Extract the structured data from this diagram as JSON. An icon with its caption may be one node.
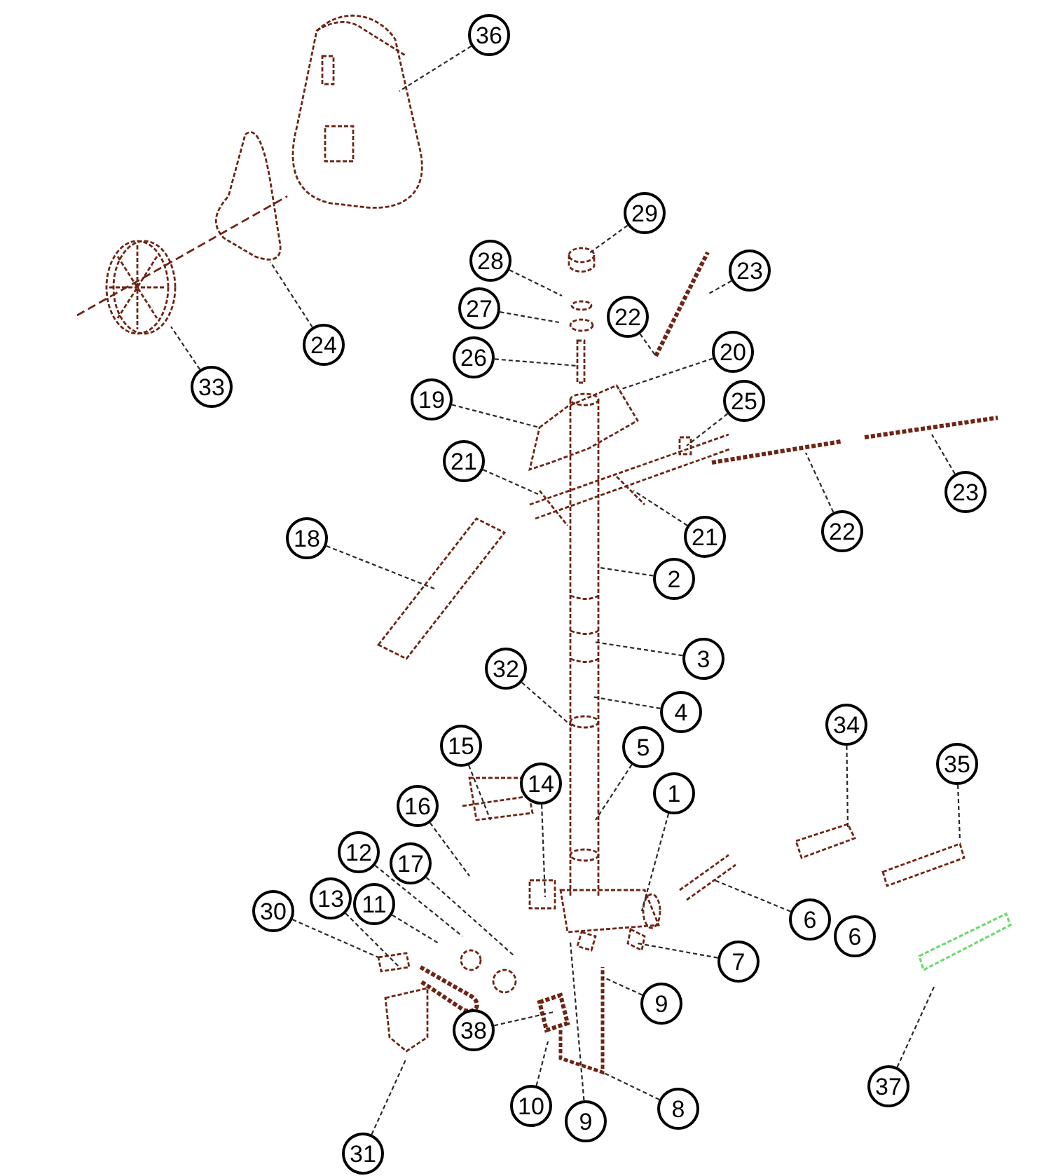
{
  "diagram": {
    "nodes": [
      {
        "text": [
          "36"
        ]
      },
      {
        "text": [
          "29"
        ]
      },
      {
        "text": [
          "28"
        ]
      },
      {
        "text": [
          "23"
        ]
      },
      {
        "text": [
          "27"
        ]
      },
      {
        "text": [
          "22"
        ]
      },
      {
        "text": [
          "24"
        ]
      },
      {
        "text": [
          "20"
        ]
      },
      {
        "text": [
          "26"
        ]
      },
      {
        "text": [
          "33"
        ]
      },
      {
        "text": [
          "19"
        ]
      },
      {
        "text": [
          "25"
        ]
      },
      {
        "text": [
          "21"
        ]
      },
      {
        "text": [
          "23"
        ]
      },
      {
        "text": [
          "22"
        ]
      },
      {
        "text": [
          "21"
        ]
      },
      {
        "text": [
          "18"
        ]
      },
      {
        "text": [
          "2"
        ]
      },
      {
        "text": [
          "3"
        ]
      },
      {
        "text": [
          "32"
        ]
      },
      {
        "text": [
          "4"
        ]
      },
      {
        "text": [
          "34"
        ]
      },
      {
        "text": [
          "15"
        ]
      },
      {
        "text": [
          "5"
        ]
      },
      {
        "text": [
          "35"
        ]
      },
      {
        "text": [
          "14"
        ]
      },
      {
        "text": [
          "1"
        ]
      },
      {
        "text": [
          "16"
        ]
      },
      {
        "text": [
          "12"
        ]
      },
      {
        "text": [
          "17"
        ]
      },
      {
        "text": [
          "13"
        ]
      },
      {
        "text": [
          "11"
        ]
      },
      {
        "text": [
          "30"
        ]
      },
      {
        "text": [
          "6"
        ]
      },
      {
        "text": [
          "6"
        ]
      },
      {
        "text": [
          "7"
        ]
      },
      {
        "text": [
          "9"
        ]
      },
      {
        "text": [
          "38"
        ]
      },
      {
        "text": [
          "37"
        ]
      },
      {
        "text": [
          "10"
        ]
      },
      {
        "text": [
          "8"
        ]
      },
      {
        "text": [
          "9"
        ]
      },
      {
        "text": [
          "31"
        ]
      }
    ],
    "edges": [
      {
        "from": 0,
        "to": null,
        "arrow": "none"
      },
      {
        "from": 1,
        "to": null,
        "arrow": "none"
      },
      {
        "from": 2,
        "to": null,
        "arrow": "none"
      },
      {
        "from": 3,
        "to": null,
        "arrow": "none"
      },
      {
        "from": 4,
        "to": null,
        "arrow": "none"
      },
      {
        "from": 5,
        "to": null,
        "arrow": "none"
      },
      {
        "from": 6,
        "to": null,
        "arrow": "none"
      },
      {
        "from": 7,
        "to": null,
        "arrow": "none"
      },
      {
        "from": 8,
        "to": null,
        "arrow": "none"
      },
      {
        "from": 9,
        "to": null,
        "arrow": "none"
      },
      {
        "from": 10,
        "to": null,
        "arrow": "none"
      },
      {
        "from": 11,
        "to": null,
        "arrow": "none"
      },
      {
        "from": 12,
        "to": null,
        "arrow": "none"
      },
      {
        "from": 13,
        "to": null,
        "arrow": "none"
      },
      {
        "from": 14,
        "to": null,
        "arrow": "none"
      },
      {
        "from": 15,
        "to": null,
        "arrow": "none"
      },
      {
        "from": 16,
        "to": null,
        "arrow": "none"
      },
      {
        "from": 17,
        "to": null,
        "arrow": "none"
      },
      {
        "from": 18,
        "to": null,
        "arrow": "none"
      },
      {
        "from": 19,
        "to": null,
        "arrow": "none"
      },
      {
        "from": 20,
        "to": null,
        "arrow": "none"
      },
      {
        "from": 21,
        "to": null,
        "arrow": "none"
      },
      {
        "from": 22,
        "to": null,
        "arrow": "none"
      },
      {
        "from": 23,
        "to": null,
        "arrow": "none"
      },
      {
        "from": 24,
        "to": null,
        "arrow": "none"
      },
      {
        "from": 25,
        "to": null,
        "arrow": "none"
      },
      {
        "from": 26,
        "to": null,
        "arrow": "none"
      },
      {
        "from": 27,
        "to": null,
        "arrow": "none"
      },
      {
        "from": 28,
        "to": null,
        "arrow": "none"
      },
      {
        "from": 29,
        "to": null,
        "arrow": "none"
      },
      {
        "from": 30,
        "to": null,
        "arrow": "none"
      },
      {
        "from": 31,
        "to": null,
        "arrow": "none"
      },
      {
        "from": 32,
        "to": null,
        "arrow": "none"
      },
      {
        "from": 33,
        "to": null,
        "arrow": "none"
      },
      {
        "from": 35,
        "to": null,
        "arrow": "none"
      },
      {
        "from": 36,
        "to": null,
        "arrow": "none"
      },
      {
        "from": 37,
        "to": null,
        "arrow": "none"
      },
      {
        "from": 38,
        "to": null,
        "arrow": "none"
      },
      {
        "from": 39,
        "to": null,
        "arrow": "none"
      },
      {
        "from": 40,
        "to": null,
        "arrow": "none"
      },
      {
        "from": 41,
        "to": null,
        "arrow": "none"
      },
      {
        "from": 42,
        "to": null,
        "arrow": "none"
      }
    ]
  }
}
